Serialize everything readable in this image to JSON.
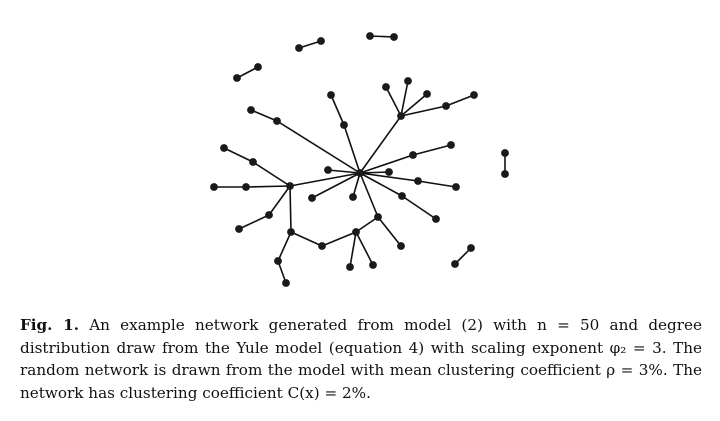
{
  "figure": {
    "nodes": [
      {
        "id": "hub"
      },
      {
        "id": "a"
      },
      {
        "id": "b"
      },
      {
        "id": "c"
      },
      {
        "id": "d"
      },
      {
        "id": "e"
      },
      {
        "id": "f"
      },
      {
        "id": "g"
      },
      {
        "id": "h"
      },
      {
        "id": "i"
      },
      {
        "id": "j"
      },
      {
        "id": "k"
      },
      {
        "id": "l"
      },
      {
        "id": "m"
      },
      {
        "id": "n"
      },
      {
        "id": "o"
      },
      {
        "id": "p"
      },
      {
        "id": "q"
      },
      {
        "id": "r"
      },
      {
        "id": "s"
      },
      {
        "id": "t"
      },
      {
        "id": "u"
      },
      {
        "id": "v"
      },
      {
        "id": "w"
      },
      {
        "id": "x"
      },
      {
        "id": "y"
      },
      {
        "id": "z"
      },
      {
        "id": "aa"
      },
      {
        "id": "ab"
      },
      {
        "id": "ac"
      },
      {
        "id": "ad"
      },
      {
        "id": "ae"
      },
      {
        "id": "af"
      },
      {
        "id": "ag"
      },
      {
        "id": "ah"
      },
      {
        "id": "ai"
      },
      {
        "id": "aj"
      },
      {
        "id": "ak"
      },
      {
        "id": "al"
      },
      {
        "id": "am"
      },
      {
        "id": "an"
      },
      {
        "id": "ao"
      },
      {
        "id": "ap"
      },
      {
        "id": "aq"
      },
      {
        "id": "ar"
      },
      {
        "id": "as"
      },
      {
        "id": "at"
      },
      {
        "id": "au"
      },
      {
        "id": "av"
      },
      {
        "id": "aw"
      }
    ]
  },
  "caption": {
    "label": "Fig. 1.",
    "text": "An example network generated from model (2) with n = 50 and degree distribution draw from the Yule model (equation 4) with scaling exponent φ₂ = 3. The random network is drawn from the model with mean clustering coefficient ρ = 3%. The network has clustering coefficient C(x) = 2%."
  }
}
